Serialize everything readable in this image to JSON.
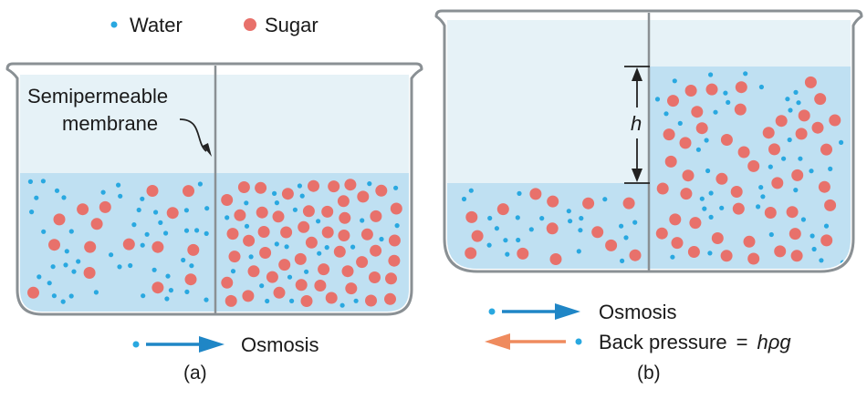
{
  "legend": {
    "water_label": "Water",
    "sugar_label": "Sugar"
  },
  "panel_a": {
    "membrane_label_line1": "Semipermeable",
    "membrane_label_line2": "membrane",
    "osmosis_label": "Osmosis",
    "caption": "(a)"
  },
  "panel_b": {
    "height_label": "h",
    "osmosis_label": "Osmosis",
    "back_pressure_label": "Back pressure",
    "equals": "=",
    "formula": "hρg",
    "caption": "(b)"
  },
  "colors": {
    "water_dot": "#29a8e0",
    "sugar_dot": "#e8716b",
    "liquid": "#bfe0f2",
    "air": "#e6f2f7",
    "beaker_wall": "#8a9094",
    "osmosis_arrow": "#1f86c6",
    "back_pressure_arrow": "#ef8b5e"
  }
}
